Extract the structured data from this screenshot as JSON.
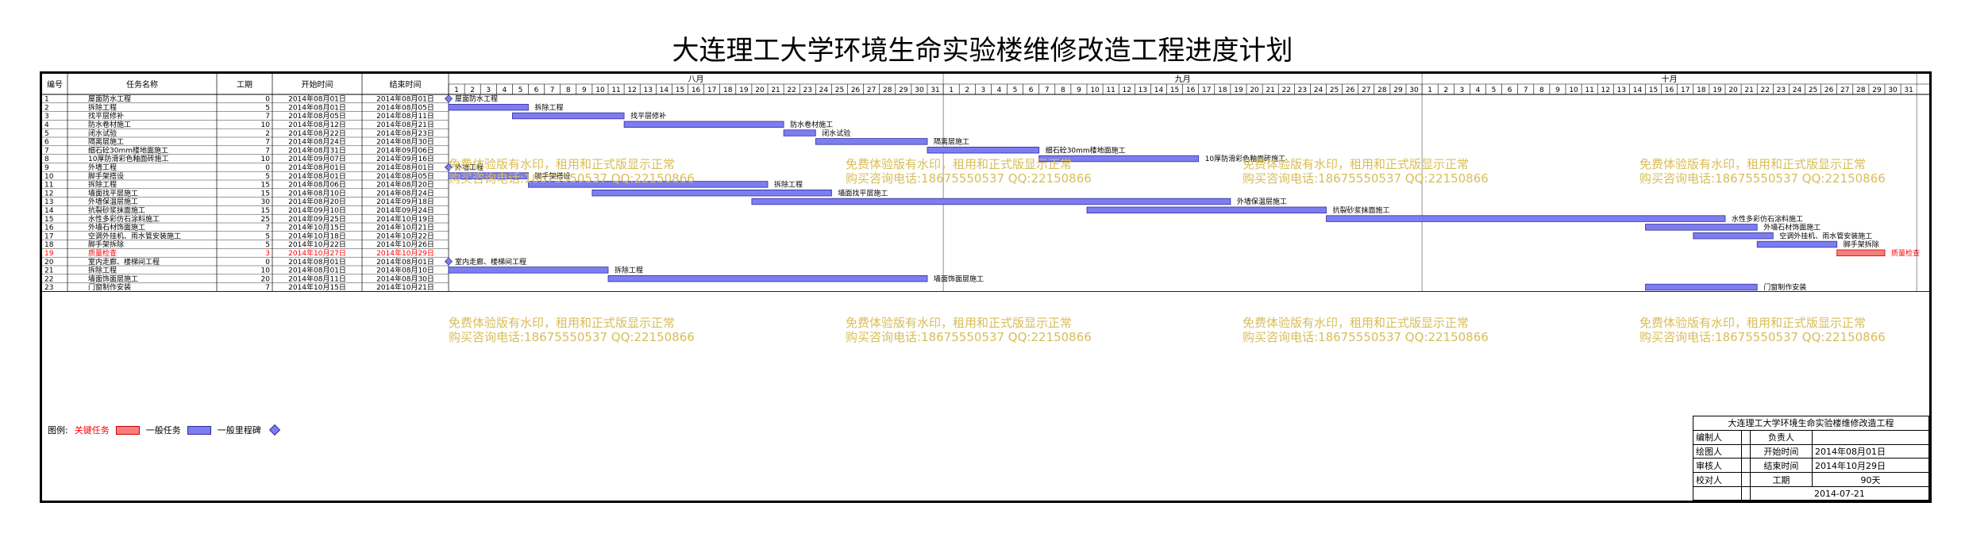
{
  "title": "大连理工大学环境生命实验楼维修改造工程进度计划",
  "columns": [
    "编号",
    "任务名称",
    "工期",
    "开始时间",
    "结束时间"
  ],
  "months": [
    "八月",
    "九月",
    "十月"
  ],
  "days": {
    "aug": [
      1,
      2,
      3,
      4,
      5,
      6,
      7,
      8,
      9,
      10,
      11,
      12,
      13,
      14,
      15,
      16,
      17,
      18,
      19,
      20,
      21,
      22,
      23,
      24,
      25,
      26,
      27,
      28,
      29,
      30,
      31
    ],
    "sep": [
      1,
      2,
      3,
      4,
      5,
      6,
      7,
      8,
      9,
      10,
      11,
      12,
      13,
      14,
      15,
      16,
      17,
      18,
      19,
      20,
      21,
      22,
      23,
      24,
      25,
      26,
      27,
      28,
      29,
      30
    ],
    "oct": [
      1,
      2,
      3,
      4,
      5,
      6,
      7,
      8,
      9,
      10,
      11,
      12,
      13,
      14,
      15,
      16,
      17,
      18,
      19,
      20,
      21,
      22,
      23,
      24,
      25,
      26,
      27,
      28,
      29,
      30,
      31
    ]
  },
  "colors": {
    "bar": "#7d7df0",
    "bar_stroke": "#2e2ea0",
    "critical": "#f87e7e",
    "critical_text": "#ff0000",
    "watermark": "#d8bd58"
  },
  "tasks": [
    {
      "id": "1",
      "name": "屋面防水工程",
      "dur": "0",
      "start": "2014年08月01日",
      "end": "2014年08月01日",
      "s": 1,
      "d": 0,
      "label": "屋面防水工程",
      "type": "milestone"
    },
    {
      "id": "2",
      "name": "拆除工程",
      "dur": "5",
      "start": "2014年08月01日",
      "end": "2014年08月05日",
      "s": 1,
      "d": 5,
      "label": "拆除工程",
      "type": "normal"
    },
    {
      "id": "3",
      "name": "找平层修补",
      "dur": "7",
      "start": "2014年08月05日",
      "end": "2014年08月11日",
      "s": 5,
      "d": 7,
      "label": "找平层修补",
      "type": "normal"
    },
    {
      "id": "4",
      "name": "防水卷材施工",
      "dur": "10",
      "start": "2014年08月12日",
      "end": "2014年08月21日",
      "s": 12,
      "d": 10,
      "label": "防水卷材施工",
      "type": "normal"
    },
    {
      "id": "5",
      "name": "闭水试验",
      "dur": "2",
      "start": "2014年08月22日",
      "end": "2014年08月23日",
      "s": 22,
      "d": 2,
      "label": "闭水试验",
      "type": "normal"
    },
    {
      "id": "6",
      "name": "隔离层施工",
      "dur": "7",
      "start": "2014年08月24日",
      "end": "2014年08月30日",
      "s": 24,
      "d": 7,
      "label": "隔离层施工",
      "type": "normal"
    },
    {
      "id": "7",
      "name": "细石砼30mm楼地面施工",
      "dur": "7",
      "start": "2014年08月31日",
      "end": "2014年09月06日",
      "s": 31,
      "d": 7,
      "label": "细石砼30mm楼地面施工",
      "type": "normal"
    },
    {
      "id": "8",
      "name": "10厚防滑彩色釉面砖施工",
      "dur": "10",
      "start": "2014年09月07日",
      "end": "2014年09月16日",
      "s": 38,
      "d": 10,
      "label": "10厚防滑彩色釉面砖施工",
      "type": "normal"
    },
    {
      "id": "9",
      "name": "外墙工程",
      "dur": "0",
      "start": "2014年08月01日",
      "end": "2014年08月01日",
      "s": 1,
      "d": 0,
      "label": "外墙工程",
      "type": "milestone"
    },
    {
      "id": "10",
      "name": "脚手架搭设",
      "dur": "5",
      "start": "2014年08月01日",
      "end": "2014年08月05日",
      "s": 1,
      "d": 5,
      "label": "脚手架搭设",
      "type": "normal"
    },
    {
      "id": "11",
      "name": "拆除工程",
      "dur": "15",
      "start": "2014年08月06日",
      "end": "2014年08月20日",
      "s": 6,
      "d": 15,
      "label": "拆除工程",
      "type": "normal"
    },
    {
      "id": "12",
      "name": "墙面找平层施工",
      "dur": "15",
      "start": "2014年08月10日",
      "end": "2014年08月24日",
      "s": 10,
      "d": 15,
      "label": "墙面找平层施工",
      "type": "normal"
    },
    {
      "id": "13",
      "name": "外墙保温层施工",
      "dur": "30",
      "start": "2014年08月20日",
      "end": "2014年09月18日",
      "s": 20,
      "d": 30,
      "label": "外墙保温层施工",
      "type": "normal"
    },
    {
      "id": "14",
      "name": "抗裂砂浆抹面施工",
      "dur": "15",
      "start": "2014年09月10日",
      "end": "2014年09月24日",
      "s": 41,
      "d": 15,
      "label": "抗裂砂浆抹面施工",
      "type": "normal"
    },
    {
      "id": "15",
      "name": "水性多彩仿石涂料施工",
      "dur": "25",
      "start": "2014年09月25日",
      "end": "2014年10月19日",
      "s": 56,
      "d": 25,
      "label": "水性多彩仿石涂料施工",
      "type": "normal"
    },
    {
      "id": "16",
      "name": "外墙石材饰面施工",
      "dur": "7",
      "start": "2014年10月15日",
      "end": "2014年10月21日",
      "s": 76,
      "d": 7,
      "label": "外墙石材饰面施工",
      "type": "normal"
    },
    {
      "id": "17",
      "name": "空调外挂机、雨水管安装施工",
      "dur": "5",
      "start": "2014年10月18日",
      "end": "2014年10月22日",
      "s": 79,
      "d": 5,
      "label": "空调外挂机、雨水管安装施工",
      "type": "normal"
    },
    {
      "id": "18",
      "name": "脚手架拆除",
      "dur": "5",
      "start": "2014年10月22日",
      "end": "2014年10月26日",
      "s": 83,
      "d": 5,
      "label": "脚手架拆除",
      "type": "normal"
    },
    {
      "id": "19",
      "name": "质量检查",
      "dur": "3",
      "start": "2014年10月27日",
      "end": "2014年10月29日",
      "s": 88,
      "d": 3,
      "label": "质量检查",
      "type": "critical"
    },
    {
      "id": "20",
      "name": "室内走廊、楼梯间工程",
      "dur": "0",
      "start": "2014年08月01日",
      "end": "2014年08月01日",
      "s": 1,
      "d": 0,
      "label": "室内走廊、楼梯间工程",
      "type": "milestone"
    },
    {
      "id": "21",
      "name": "拆除工程",
      "dur": "10",
      "start": "2014年08月01日",
      "end": "2014年08月10日",
      "s": 1,
      "d": 10,
      "label": "拆除工程",
      "type": "normal"
    },
    {
      "id": "22",
      "name": "墙面饰面层施工",
      "dur": "20",
      "start": "2014年08月11日",
      "end": "2014年08月30日",
      "s": 11,
      "d": 20,
      "label": "墙面饰面层施工",
      "type": "normal"
    },
    {
      "id": "23",
      "name": "门窗制作安装",
      "dur": "7",
      "start": "2014年10月15日",
      "end": "2014年10月21日",
      "s": 76,
      "d": 7,
      "label": "门窗制作安装",
      "type": "normal"
    }
  ],
  "watermarks": [
    {
      "line1": "免费体验版有水印，租用和正式版显示正常",
      "line2": "购买咨询电话:18675550537 QQ:22150866"
    },
    {
      "line1": "免费体验版有水印，租用和正式版显示正常",
      "line2": "购买咨询电话:18675550537 QQ:22150866"
    },
    {
      "line1": "免费体验版有水印，租用和正式版显示正常",
      "line2": "购买咨询电话:18675550537 QQ:22150866"
    },
    {
      "line1": "免费体验版有水印，租用和正式版显示正常",
      "line2": "购买咨询电话:18675550537 QQ:22150866"
    },
    {
      "line1": "免费体验版有水印，租用和正式版显示正常",
      "line2": "购买咨询电话:18675550537 QQ:22150866"
    },
    {
      "line1": "免费体验版有水印，租用和正式版显示正常",
      "line2": "购买咨询电话:18675550537 QQ:22150866"
    },
    {
      "line1": "免费体验版有水印，租用和正式版显示正常",
      "line2": "购买咨询电话:18675550537 QQ:22150866"
    },
    {
      "line1": "免费体验版有水印，租用和正式版显示正常",
      "line2": "购买咨询电话:18675550537 QQ:22150866"
    }
  ],
  "legend": {
    "label": "图例:",
    "critical": "关键任务",
    "normal": "一般任务",
    "milestone": "一般里程碑"
  },
  "titleblock": {
    "project": "大连理工大学环境生命实验楼维修改造工程",
    "editor_label": "编制人",
    "owner_label": "负责人",
    "drawer_label": "绘图人",
    "start_label": "开始时间",
    "start_value": "2014年08月01日",
    "reviewer_label": "审核人",
    "end_label": "结束时间",
    "end_value": "2014年10月29日",
    "checker_label": "校对人",
    "dur_label": "工期",
    "dur_value": "90天",
    "date": "2014-07-21"
  }
}
